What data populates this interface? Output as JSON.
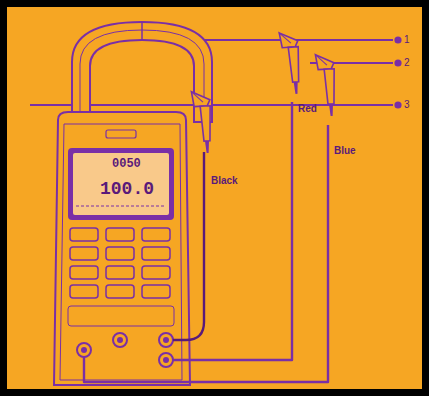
{
  "diagram": {
    "labels": [
      "1",
      "2",
      "3",
      "Red",
      "Blue",
      "Black",
      "0050",
      "100.0"
    ]
  }
}
